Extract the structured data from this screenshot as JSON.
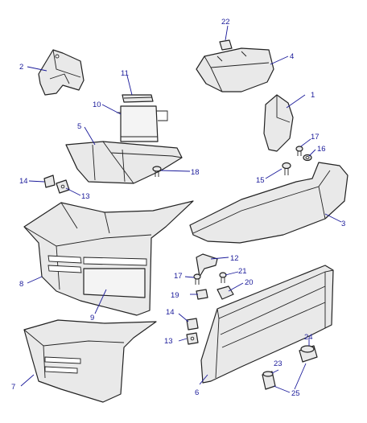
{
  "diagram": {
    "callouts": [
      {
        "id": "c1",
        "text": "1"
      },
      {
        "id": "c2",
        "text": "2"
      },
      {
        "id": "c3",
        "text": "3"
      },
      {
        "id": "c4",
        "text": "4"
      },
      {
        "id": "c5",
        "text": "5"
      },
      {
        "id": "c6",
        "text": "6"
      },
      {
        "id": "c7",
        "text": "7"
      },
      {
        "id": "c8",
        "text": "8"
      },
      {
        "id": "c9",
        "text": "9"
      },
      {
        "id": "c10",
        "text": "10"
      },
      {
        "id": "c11",
        "text": "11"
      },
      {
        "id": "c12",
        "text": "12"
      },
      {
        "id": "c13a",
        "text": "13"
      },
      {
        "id": "c13b",
        "text": "13"
      },
      {
        "id": "c14a",
        "text": "14"
      },
      {
        "id": "c14b",
        "text": "14"
      },
      {
        "id": "c15",
        "text": "15"
      },
      {
        "id": "c16",
        "text": "16"
      },
      {
        "id": "c17a",
        "text": "17"
      },
      {
        "id": "c17b",
        "text": "17"
      },
      {
        "id": "c18",
        "text": "18"
      },
      {
        "id": "c19",
        "text": "19"
      },
      {
        "id": "c20",
        "text": "20"
      },
      {
        "id": "c21",
        "text": "21"
      },
      {
        "id": "c22",
        "text": "22"
      },
      {
        "id": "c23",
        "text": "23"
      },
      {
        "id": "c24",
        "text": "24"
      },
      {
        "id": "c25",
        "text": "25"
      }
    ],
    "colors": {
      "callout": "#1a1a9a",
      "line": "#222222",
      "part_fill": "#e9e9e9"
    }
  }
}
